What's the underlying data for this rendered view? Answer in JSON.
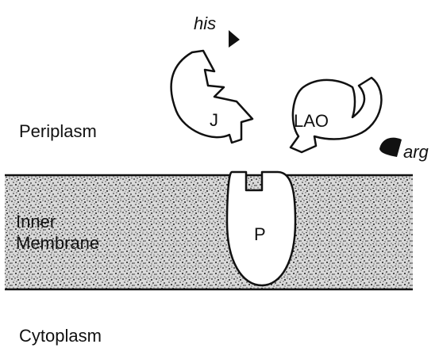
{
  "diagram": {
    "regions": {
      "periplasm": "Periplasm",
      "inner_membrane_line1": "Inner",
      "inner_membrane_line2": "Membrane",
      "cytoplasm": "Cytoplasm"
    },
    "proteins": {
      "j": "J",
      "lao": "LAO",
      "p": "P"
    },
    "ligands": {
      "his": "his",
      "arg": "arg"
    },
    "colors": {
      "ink": "#111111",
      "background": "#ffffff",
      "membrane_stipple": "#1a1a1a"
    }
  }
}
